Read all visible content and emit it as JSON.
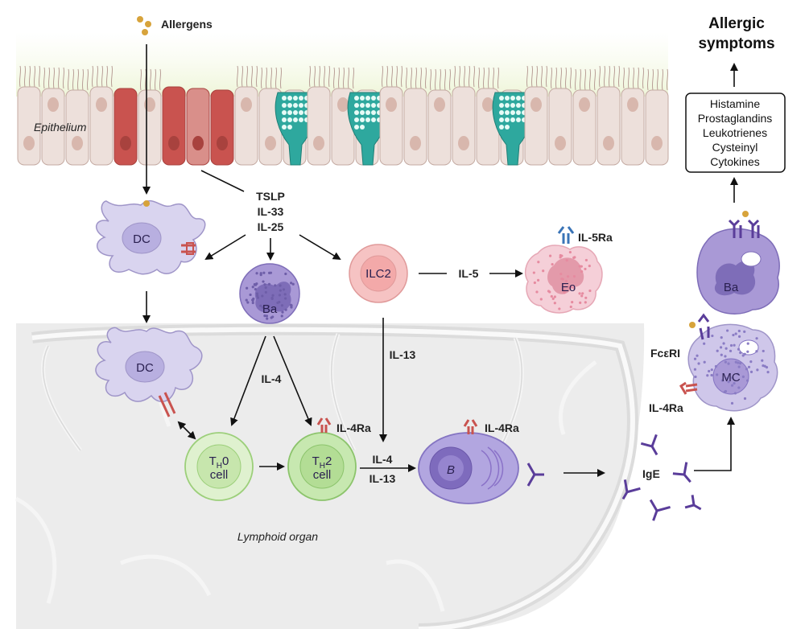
{
  "title": "Allergic symptoms",
  "title_line1": "Allergic",
  "title_line2": "symptoms",
  "allergens_label": "Allergens",
  "epithelium_label": "Epithelium",
  "lymphoid_label": "Lymphoid organ",
  "cytokines_epithelial": [
    "TSLP",
    "IL-33",
    "IL-25"
  ],
  "mediators": [
    "Histamine",
    "Prostaglandins",
    "Leukotrienes",
    "Cysteinyl",
    "Cytokines"
  ],
  "cells": {
    "dc_top": "DC",
    "dc_bottom": "DC",
    "basophil": "Ba",
    "ilc2": "ILC2",
    "eosinophil": "Eo",
    "th0_line1": "T",
    "th0_sub": "H",
    "th0_suffix": "0",
    "th0_line2": "cell",
    "th2_line1": "T",
    "th2_sub": "H",
    "th2_suffix": "2",
    "th2_line2": "cell",
    "bcell": "B",
    "mast": "MC",
    "basophil_activated": "Ba"
  },
  "signals": {
    "il5": "IL-5",
    "il13_ilc2": "IL-13",
    "il4": "IL-4",
    "il4_th2_line1": "IL-4",
    "il4_th2_line2": "IL-13",
    "ige": "IgE"
  },
  "receptors": {
    "il5ra": "IL-5Ra",
    "il4ra_th2": "IL-4Ra",
    "il4ra_b": "IL-4Ra",
    "fceri": "FcεRI",
    "il4ra_mc": "IL-4Ra"
  },
  "colors": {
    "epithelium": "#ede0db",
    "goblet": "#2ea89e",
    "damaged": "#c9534f",
    "dc": "#d9d4ef",
    "basophil": "#9f8fcf",
    "ilc2": "#f6c3c3",
    "eosinophil": "#f5cfd8",
    "tcell": "#cfeab9",
    "bcell": "#a79ad8",
    "ige": "#5a3d9a"
  }
}
